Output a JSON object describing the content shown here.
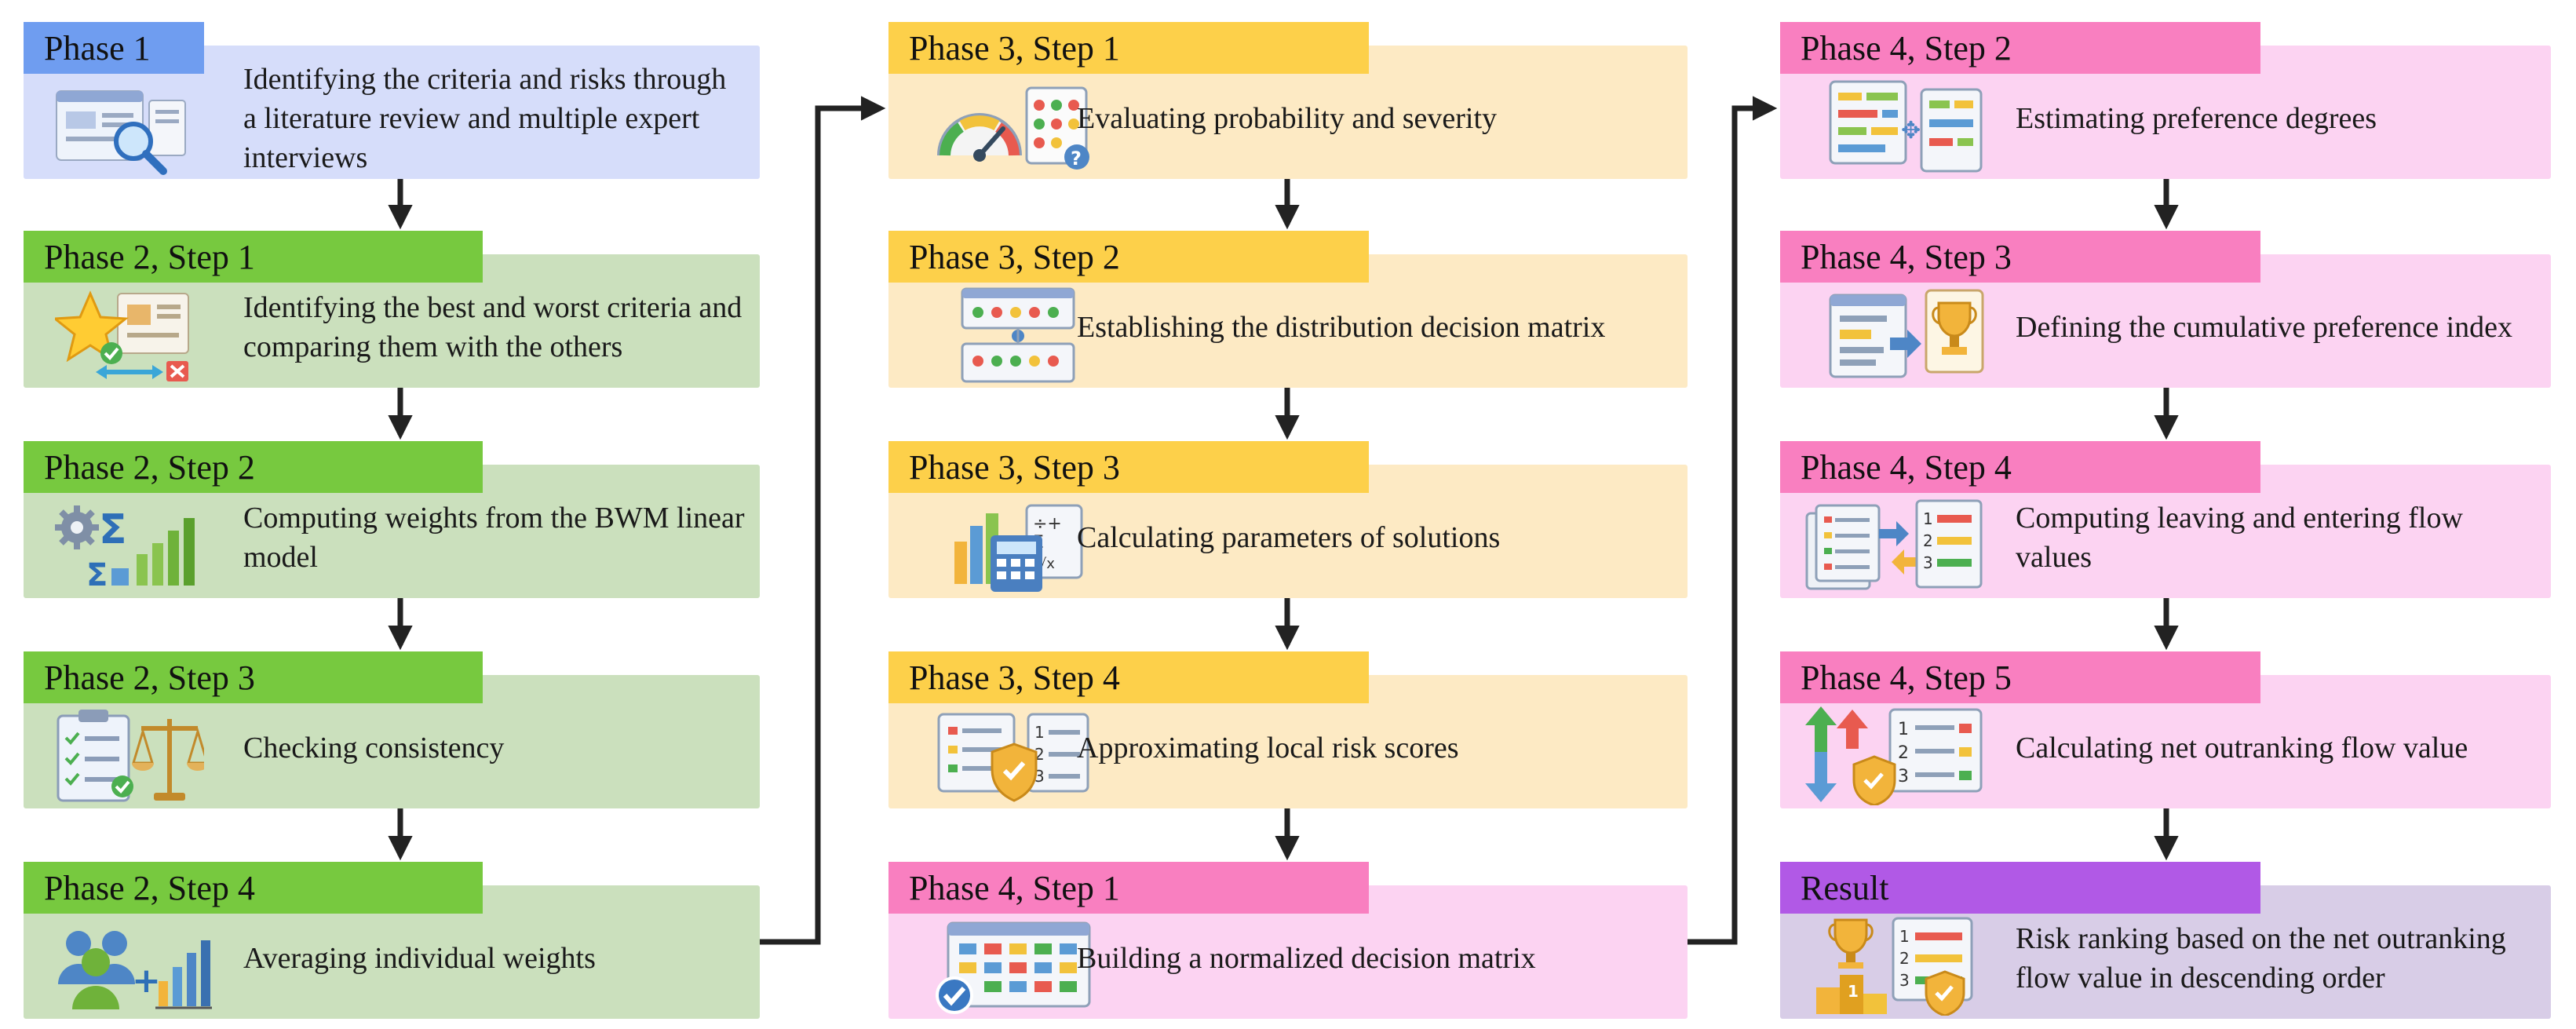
{
  "colors": {
    "blue_tag": "#6f9df0",
    "blue_box": "#d6ddfa",
    "green_tag": "#77c93f",
    "green_box": "#cbe0bd",
    "yellow_tag": "#fdd04a",
    "yellow_box": "#fdeac4",
    "pink_tag": "#f97fc0",
    "pink_box": "#fcd3f2",
    "purple_tag": "#b159e6",
    "purple_box": "#d8cde7",
    "arrow": "#222222"
  },
  "steps": [
    {
      "id": "p1",
      "tag": "Phase 1",
      "desc": "Identifying the criteria and risks through a literature review and multiple expert interviews",
      "icon": "document-search-icon"
    },
    {
      "id": "p2s1",
      "tag": "Phase 2, Step 1",
      "desc": "Identifying the best and worst criteria and comparing them with the others",
      "icon": "star-comparison-icon"
    },
    {
      "id": "p2s2",
      "tag": "Phase 2, Step 2",
      "desc": "Computing weights from the BWM linear model",
      "icon": "gear-sigma-chart-icon"
    },
    {
      "id": "p2s3",
      "tag": "Phase 2, Step 3",
      "desc": "Checking consistency",
      "icon": "checklist-scale-icon"
    },
    {
      "id": "p2s4",
      "tag": "Phase 2, Step 4",
      "desc": "Averaging individual weights",
      "icon": "users-chart-icon"
    },
    {
      "id": "p3s1",
      "tag": "Phase 3, Step 1",
      "desc": "Evaluating probability and severity",
      "icon": "gauge-icon"
    },
    {
      "id": "p3s2",
      "tag": "Phase 3, Step 2",
      "desc": "Establishing the distribution decision matrix",
      "icon": "matrix-icon"
    },
    {
      "id": "p3s3",
      "tag": "Phase 3, Step 3",
      "desc": "Calculating parameters of solutions",
      "icon": "calculator-icon"
    },
    {
      "id": "p3s4",
      "tag": "Phase 3, Step 4",
      "desc": "Approximating local risk scores",
      "icon": "shield-list-icon"
    },
    {
      "id": "p4s1",
      "tag": "Phase 4, Step 1",
      "desc": "Building a normalized decision matrix",
      "icon": "calendar-matrix-icon"
    },
    {
      "id": "p4s2",
      "tag": "Phase 4, Step 2",
      "desc": "Estimating preference degrees",
      "icon": "compare-panels-icon"
    },
    {
      "id": "p4s3",
      "tag": "Phase 4, Step 3",
      "desc": "Defining the cumulative preference index",
      "icon": "trophy-panel-icon"
    },
    {
      "id": "p4s4",
      "tag": "Phase 4, Step 4",
      "desc": "Computing leaving and entering flow values",
      "icon": "flow-lists-icon"
    },
    {
      "id": "p4s5",
      "tag": "Phase 4, Step 5",
      "desc": "Calculating net outranking flow value",
      "icon": "up-down-arrows-icon"
    },
    {
      "id": "result",
      "tag": "Result",
      "desc": "Risk ranking based on the net outranking flow value in descending order",
      "icon": "podium-trophy-icon"
    }
  ]
}
